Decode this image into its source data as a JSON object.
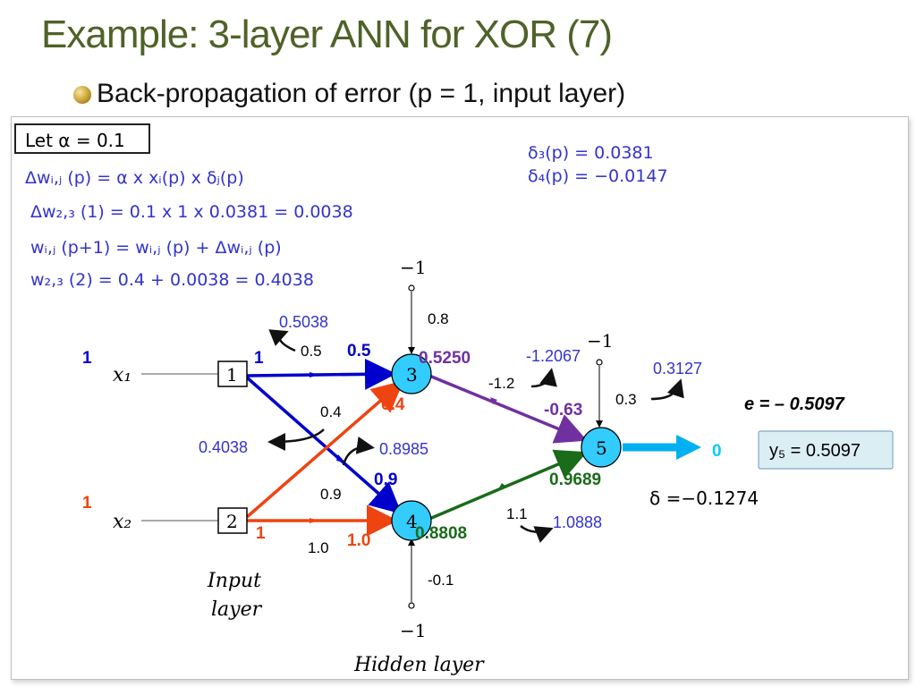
{
  "slide": {
    "title": "Example: 3-layer ANN for XOR (7)",
    "bullet": "Back-propagation of error (p = 1, input layer)"
  },
  "formulas": {
    "let_alpha": "Let α = 0.1",
    "delta3": "δ₃(p) = 0.0381",
    "delta4": "δ₄(p) = −0.0147",
    "dw_general": "Δwᵢ,ⱼ (p) = α x xᵢ(p) x δⱼ(p)",
    "dw23": "Δw₂,₃ (1) = 0.1 x 1 x 0.0381 = 0.0038",
    "w_update": "wᵢ,ⱼ (p+1) = wᵢ,ⱼ (p) + Δwᵢ,ⱼ (p)",
    "w23_new": "w₂,₃ (2) = 0.4 + 0.0038 = 0.4038"
  },
  "network": {
    "inputs": {
      "x1_label": "x₁",
      "x2_label": "x₂",
      "x1_value": "1",
      "x2_value": "1",
      "x1_out": "1",
      "x2_out": "1",
      "node1": "1",
      "node2": "2"
    },
    "nodes": {
      "n3": "3",
      "n4": "4",
      "n5": "5"
    },
    "bias": {
      "b3": "−1",
      "b5": "−1",
      "b4": "−1",
      "w_b3": "0.8",
      "w_b5": "0.3",
      "w_b4": "-0.1"
    },
    "weights": {
      "w13": "0.5",
      "w13_new": "0.5038",
      "w14": "0.4",
      "w14_new": "0.4038",
      "w23": "0.9",
      "w23_new": "0.8985",
      "w24": "1.0",
      "w35": "-1.2",
      "w35_new": "-1.2067",
      "w45": "1.1",
      "w45_new": "1.0888",
      "w05_new": "0.3127"
    },
    "signals": {
      "in3_from1": "0.5",
      "in3_from2": "0.4",
      "in4_from1": "0.9",
      "in4_from2": "1.0",
      "y3": "0.5250",
      "y4": "0.8808",
      "in5_from3": "-0.63",
      "in5_from4": "0.9689",
      "target": "0",
      "y5": "y₅ = 0.5097",
      "error": "e = – 0.5097",
      "delta5": "δ =−0.1274"
    },
    "layer_labels": {
      "input": "Input",
      "input2": "layer",
      "hidden": "Hidden layer"
    }
  },
  "colors": {
    "title": "#4f6228",
    "formula": "#3333cc",
    "blue_path": "#0000cc",
    "red_path": "#ee4411",
    "purple_path": "#7030a0",
    "green_path": "#1a6b1a",
    "node": "#33ccff",
    "output_arrow": "#00b0f0"
  }
}
